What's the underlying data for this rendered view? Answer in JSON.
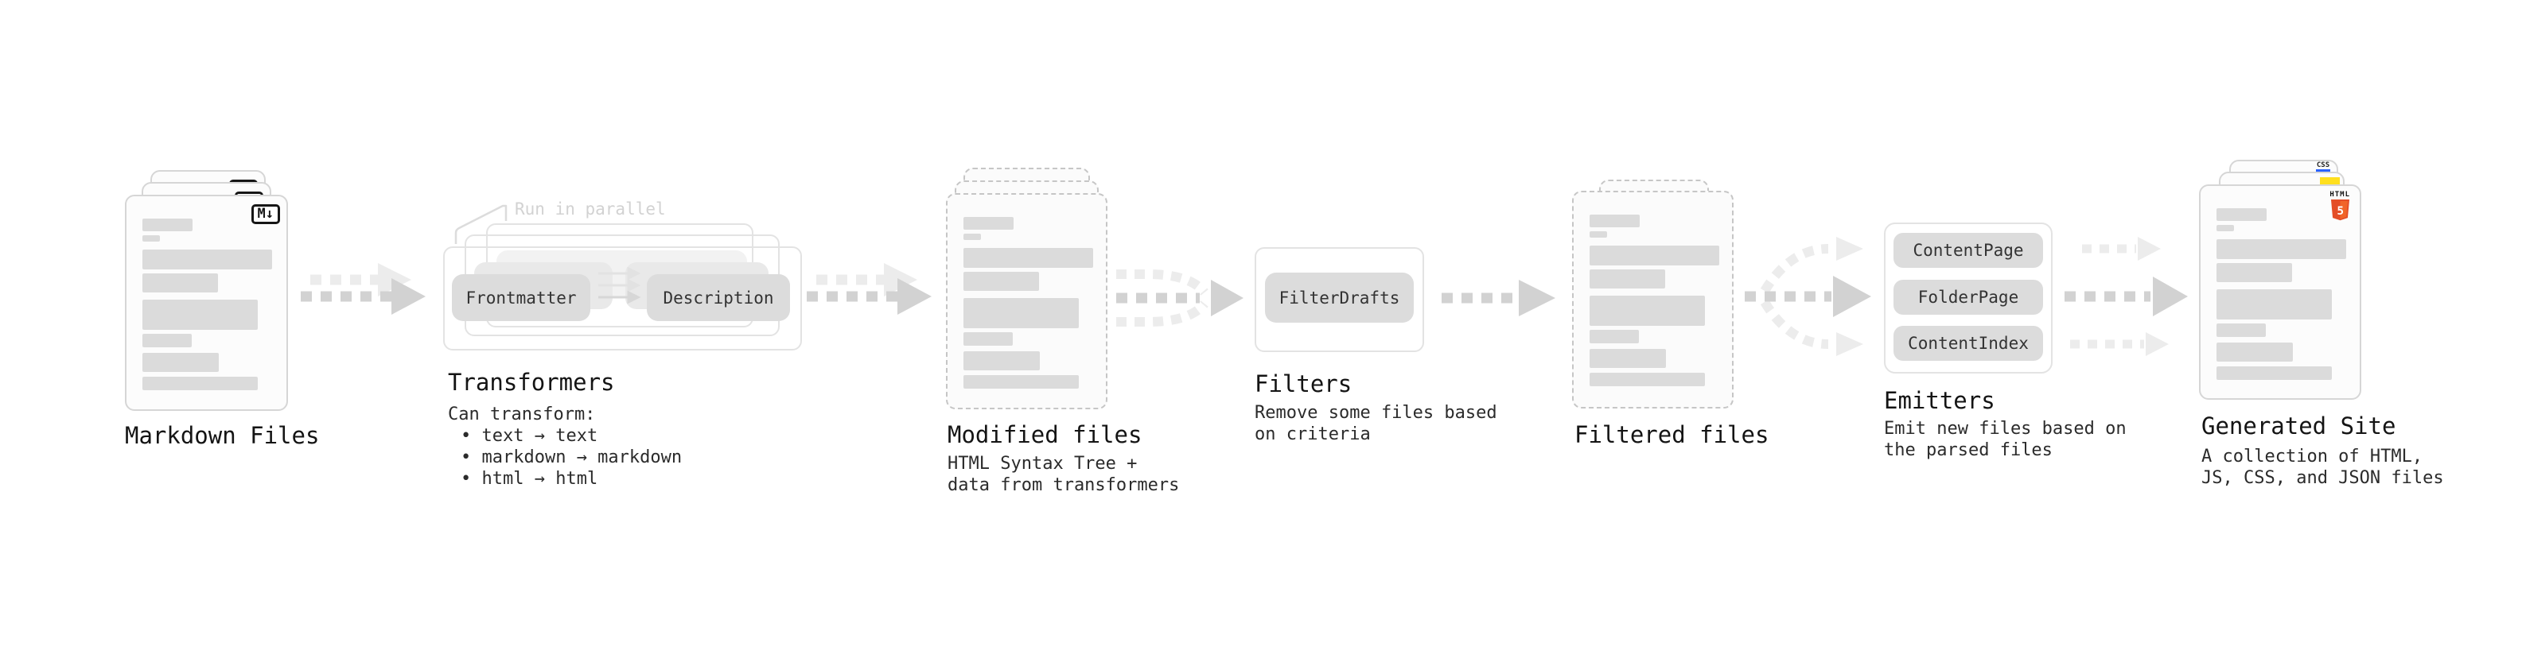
{
  "stages": {
    "markdown": {
      "title": "Markdown Files",
      "badge": "M↓"
    },
    "transformers": {
      "title": "Transformers",
      "annotation": "Run in parallel",
      "button_left": "Frontmatter",
      "button_right": "Description",
      "desc_heading": "Can transform:",
      "bullets": [
        "• text → text",
        "• markdown → markdown",
        "• html → html"
      ]
    },
    "modified": {
      "title": "Modified files",
      "desc_line1": "HTML Syntax Tree +",
      "desc_line2": "data from transformers"
    },
    "filters": {
      "title": "Filters",
      "button": "FilterDrafts",
      "desc_line1": "Remove some files based",
      "desc_line2": "on criteria"
    },
    "filtered": {
      "title": "Filtered files"
    },
    "emitters": {
      "title": "Emitters",
      "buttons": [
        "ContentPage",
        "FolderPage",
        "ContentIndex"
      ],
      "desc_line1": "Emit new files based on",
      "desc_line2": "the parsed files"
    },
    "generated": {
      "title": "Generated Site",
      "desc_line1": "A collection of HTML,",
      "desc_line2": "JS, CSS, and JSON files",
      "badge_css": "CSS",
      "badge_html_label": "HTML",
      "badge_html_number": "5"
    }
  },
  "colors": {
    "arrow_main": "#d2d2d2",
    "arrow_ghost": "#ececec",
    "html5_orange": "#e44d26",
    "js_yellow": "#ffdf1e",
    "css_blue": "#2962ff"
  }
}
